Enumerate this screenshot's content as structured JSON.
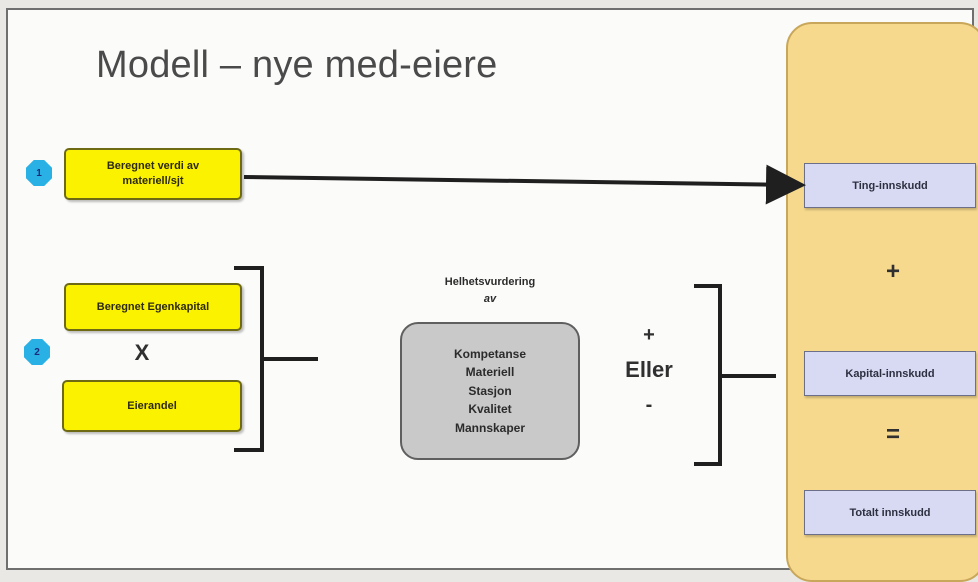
{
  "title": "Modell – nye med-eiere",
  "badges": [
    "1",
    "2"
  ],
  "left": {
    "box1": [
      "Beregnet verdi av",
      "materiell/sjt"
    ],
    "box2": "Beregnet Egenkapital",
    "times": "X",
    "box3": "Eierandel"
  },
  "middle": {
    "heading": [
      "Helhetsvurdering",
      "av"
    ],
    "items": [
      "Kompetanse",
      "Materiell",
      "Stasjon",
      "Kvalitet",
      "Mannskaper"
    ],
    "plus": "+",
    "or": "Eller",
    "minus": "-"
  },
  "right": {
    "ting": "Ting-innskudd",
    "plus": "+",
    "kapital": "Kapital-innskudd",
    "equals": "=",
    "total": "Totalt innskudd"
  },
  "colors": {
    "yellow_box": "#fbf200",
    "panel": "#f6d98d",
    "blue_box": "#d7daf2",
    "grey_box": "#c9c9c9",
    "badge": "#29b1e6"
  }
}
